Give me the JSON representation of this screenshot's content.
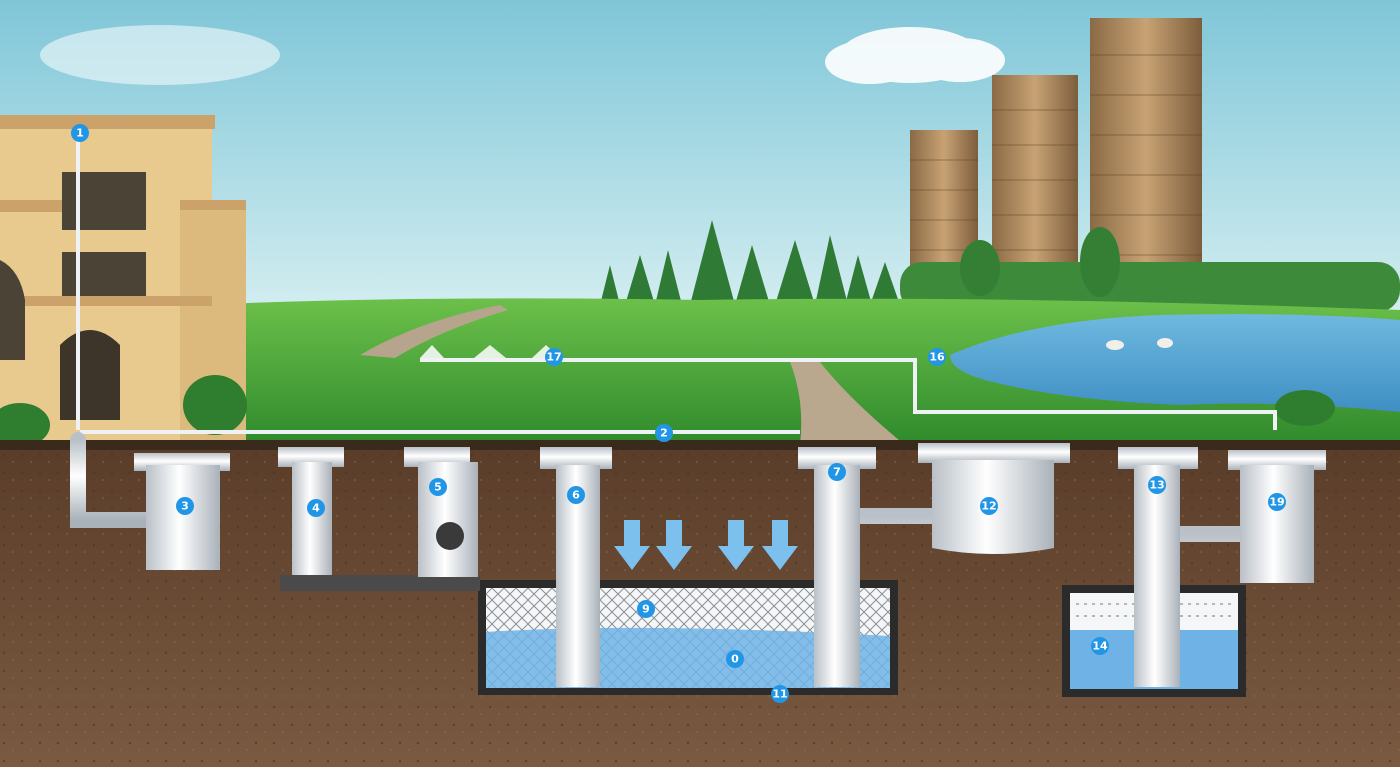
{
  "colors": {
    "sky_top": "#8fd0e0",
    "sky_bottom": "#cfeef2",
    "grass": "#4ea83a",
    "soil": "#6b4a33",
    "pipe": "#e4e8ec",
    "water": "#7fc0ec",
    "marker": "#2196e6"
  },
  "icons": {
    "house": "villa-icon",
    "towers": "apartment-towers-icon",
    "trees": "tree-line-icon",
    "pond": "pond-icon",
    "sprinkler": "sprinkler-icon",
    "arrow": "downward-flow-arrow-icon"
  },
  "markers": {
    "m1": "1",
    "m2": "2",
    "m3": "3",
    "m4": "4",
    "m5": "5",
    "m6": "6",
    "m7": "7",
    "m9": "9",
    "m0": "0",
    "m11": "11",
    "m12": "12",
    "m13": "13",
    "m14": "14",
    "m16": "16",
    "m17": "17",
    "m19": "19"
  }
}
